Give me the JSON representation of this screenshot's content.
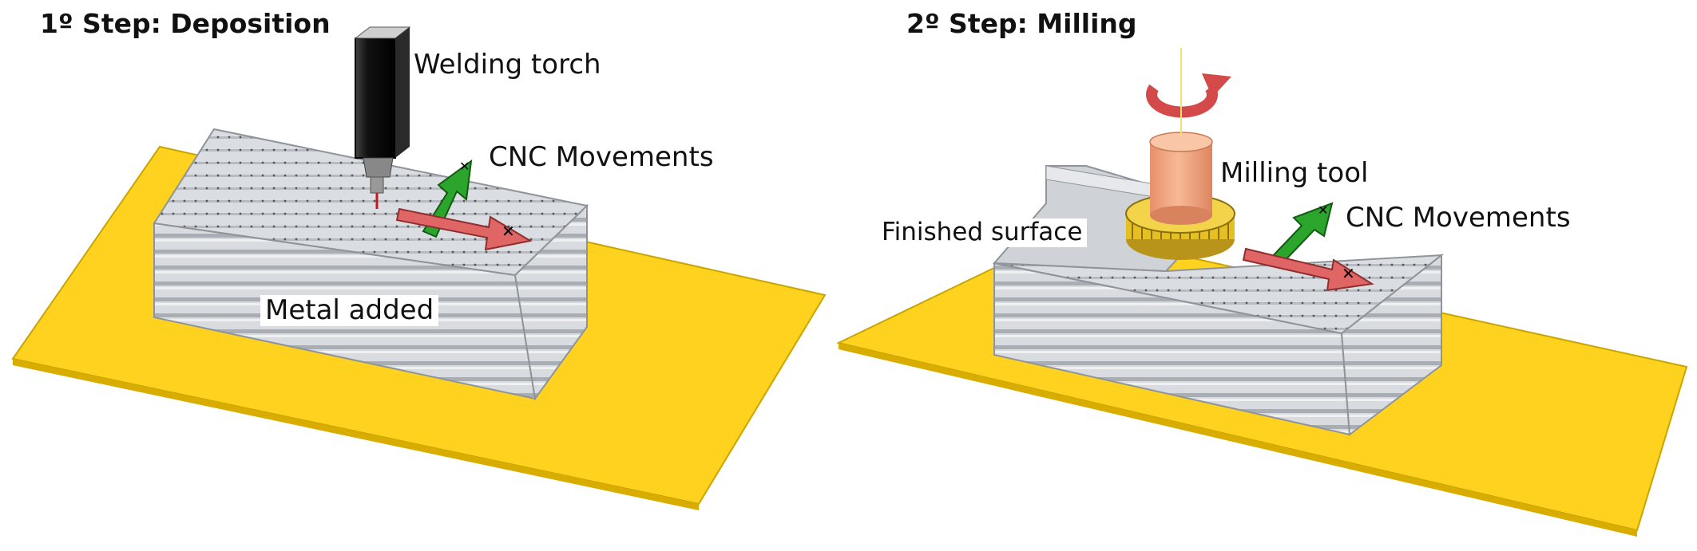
{
  "panels": [
    {
      "title": "1º Step: Deposition",
      "labels": {
        "torch": "Welding torch",
        "cnc": "CNC Movements",
        "metal": "Metal added"
      }
    },
    {
      "title": "2º Step: Milling",
      "labels": {
        "tool": "Milling tool",
        "surface": "Finished surface",
        "cnc": "CNC Movements"
      }
    }
  ],
  "colors": {
    "plate": "#FFD21F",
    "block": "#D6D9DD",
    "torch": "#111111",
    "arrow_green": "#2BA52B",
    "arrow_red": "#E06666",
    "tool": "#F2A07A",
    "gear": "#E5C020"
  }
}
